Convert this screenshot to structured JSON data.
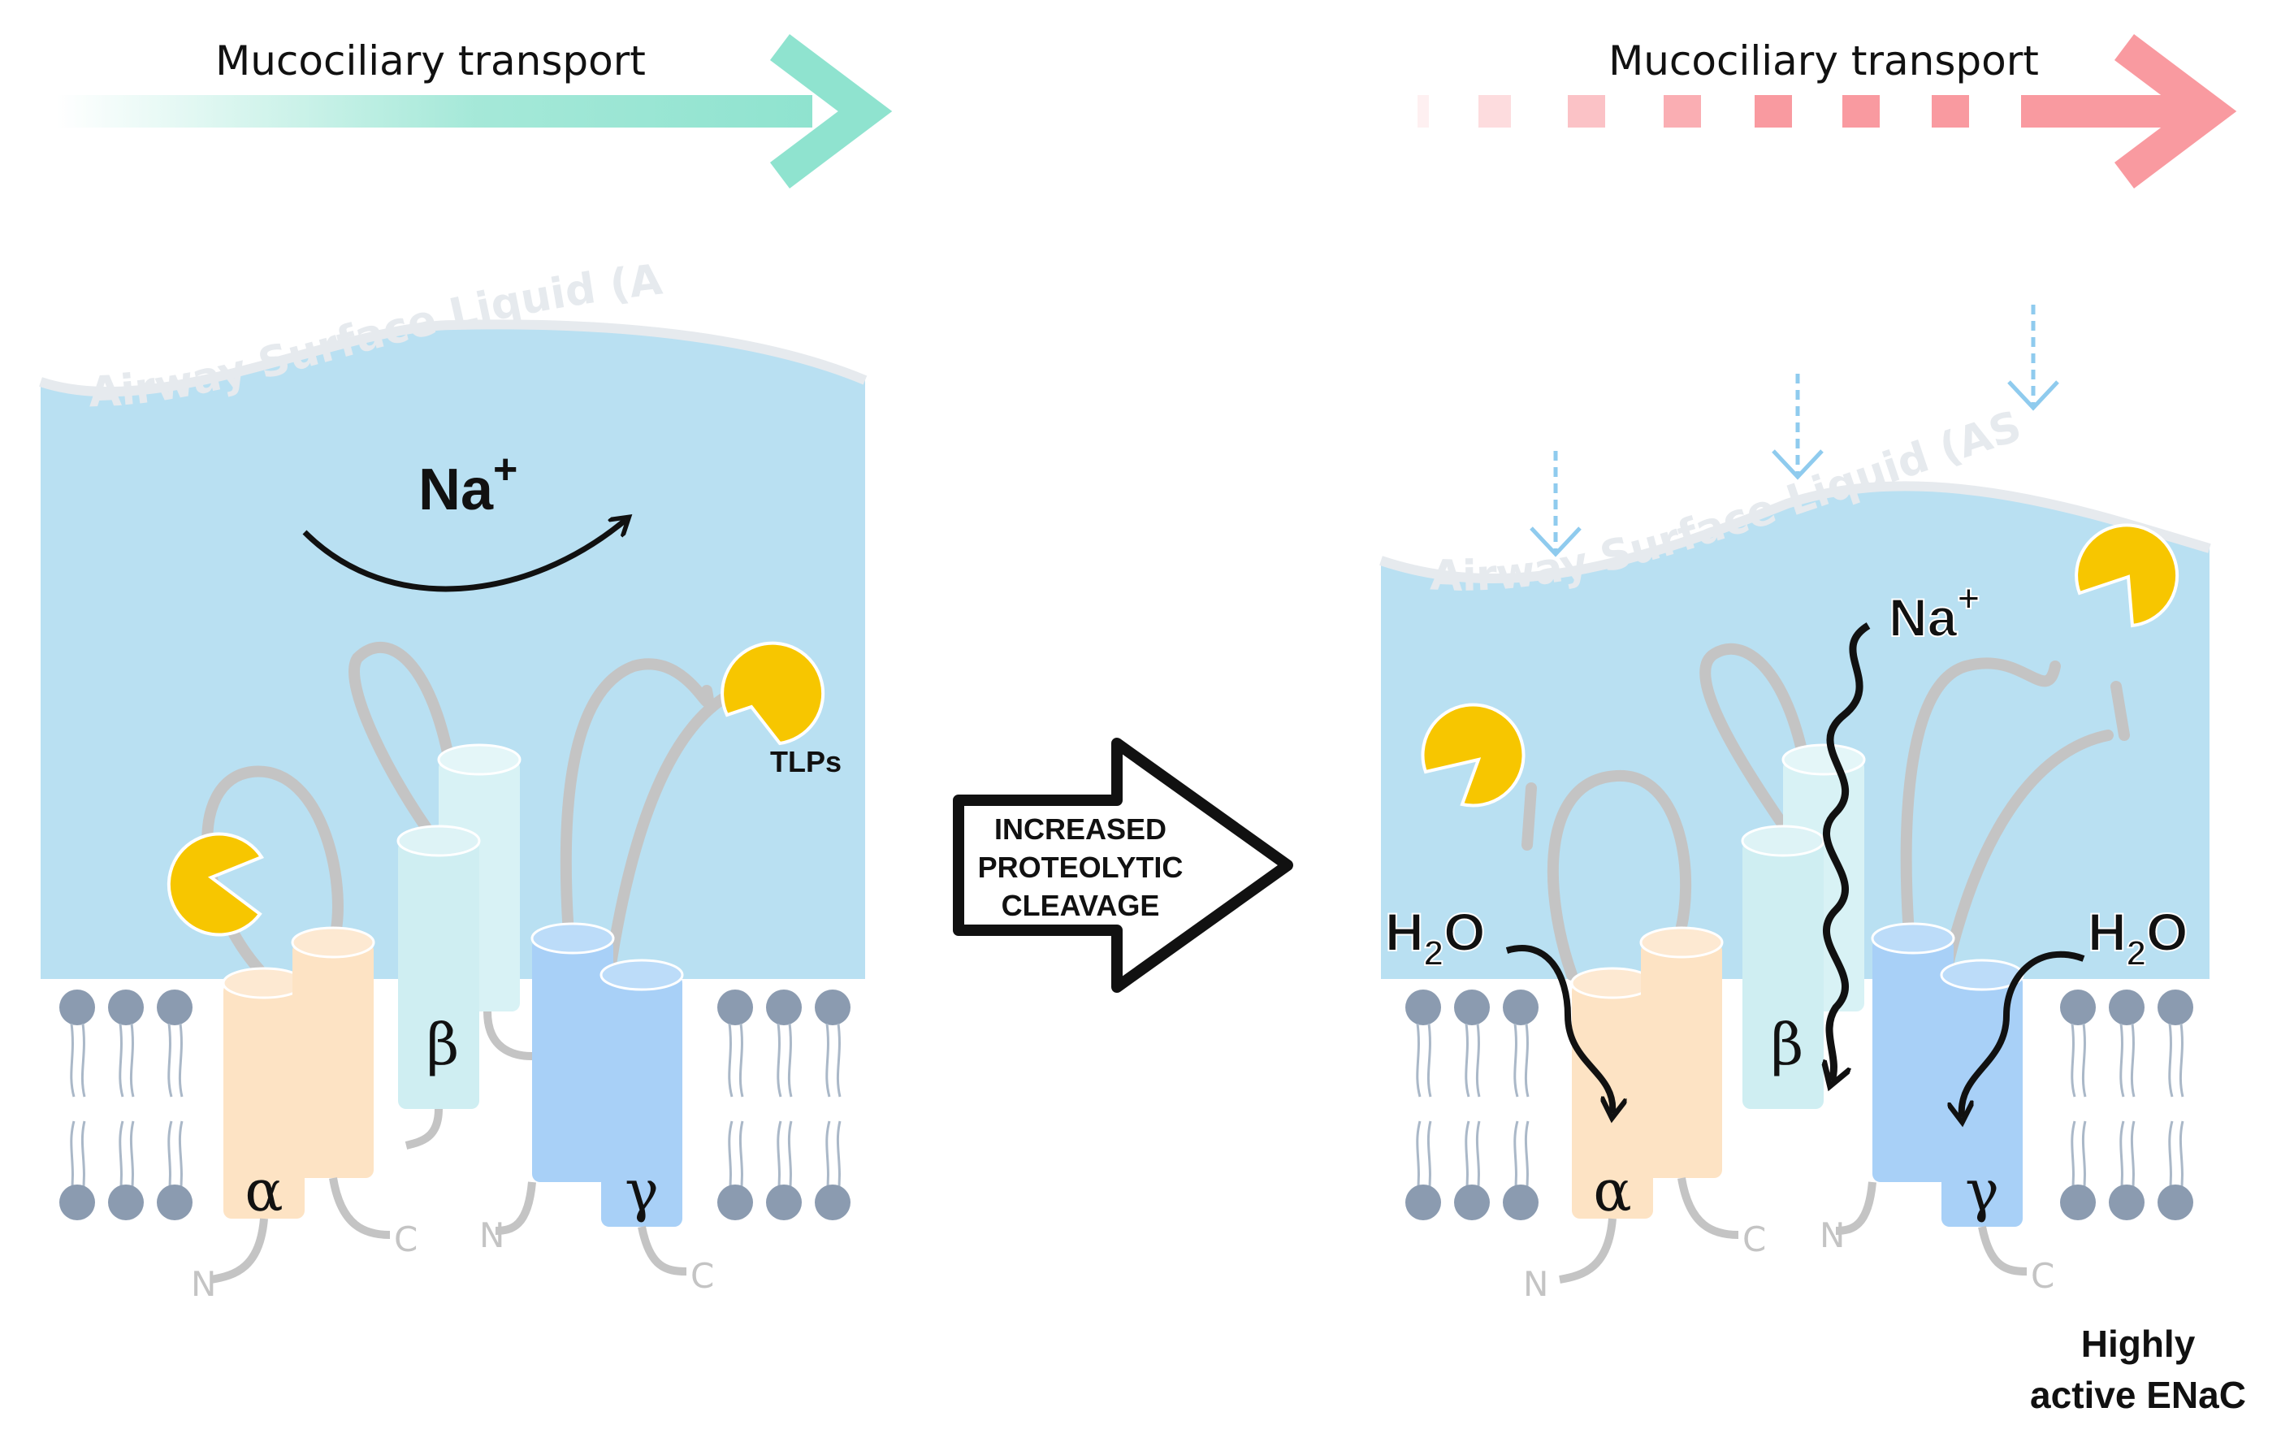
{
  "left_panel": {
    "transport_label": "Mucociliary transport",
    "asl_label": "Airway Surface Liquid (ASL)",
    "ion_label": "Na",
    "ion_charge": "+",
    "protease_label": "TLPs",
    "subunits": {
      "alpha": "α",
      "beta": "β",
      "gamma": "γ"
    },
    "terminals": {
      "n": "N",
      "c": "C"
    }
  },
  "center_arrow": {
    "lines": [
      "INCREASED",
      "PROTEOLYTIC",
      "CLEAVAGE"
    ]
  },
  "right_panel": {
    "transport_label": "Mucociliary transport",
    "asl_label": "Airway Surface Liquid (ASL)",
    "ion_label": "Na",
    "ion_charge": "+",
    "water_left": {
      "base": "H",
      "sub": "2",
      "tail": "O"
    },
    "water_right": {
      "base": "H",
      "sub": "2",
      "tail": "O"
    },
    "subunits": {
      "alpha": "α",
      "beta": "β",
      "gamma": "γ"
    },
    "terminals": {
      "n": "N",
      "c": "C"
    },
    "status_line1": "Highly",
    "status_line2": "active ENaC"
  },
  "colors": {
    "asl_fill": "#b9e0f2",
    "asl_label": "#e6eaee",
    "green_arrow": "#8fe3cf",
    "red_arrow": "#f99aa0",
    "protease": "#f7c600",
    "alpha_fill": "#fde3c4",
    "beta_fill": "#cfeef2",
    "gamma_fill": "#a8d0f7",
    "lipid_head": "#8b9bb0",
    "lipid_tail": "#aab8c8",
    "loop_gray": "#c4c4c4",
    "dashed_arrow": "#8fcbee"
  }
}
